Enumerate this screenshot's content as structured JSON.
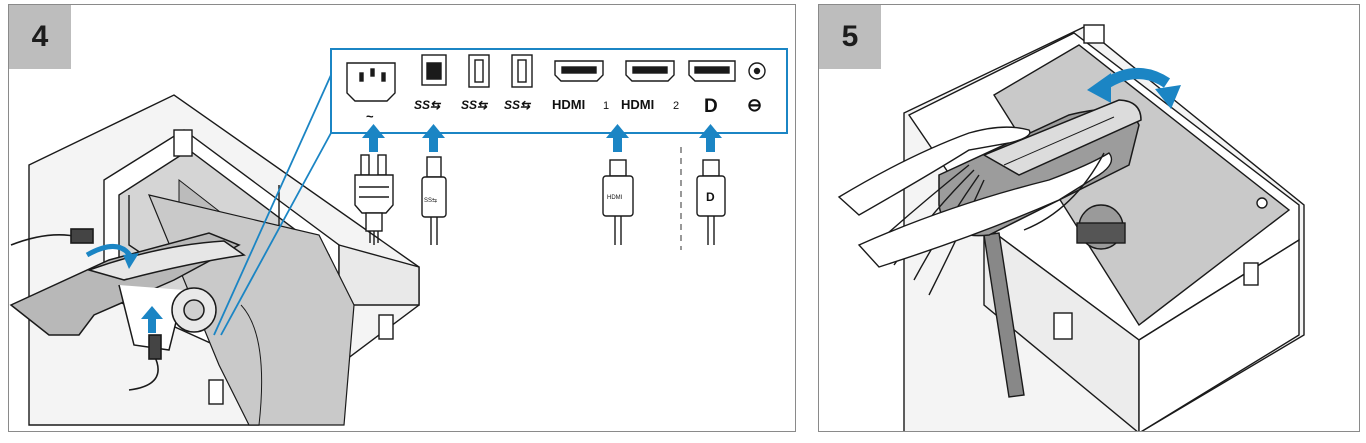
{
  "steps": [
    {
      "number": "4"
    },
    {
      "number": "5"
    }
  ],
  "ports": {
    "power_symbol": "~",
    "usb_b": "SS⇆",
    "usb_a1": "SS⇆",
    "usb_a2": "SS⇆",
    "hdmi1_brand": "HDMI",
    "hdmi1_num": "1",
    "hdmi2_brand": "HDMI",
    "hdmi2_num": "2",
    "displayport": "D",
    "audio_out": "⊖"
  },
  "cables": {
    "usb_plug_label": "SS⇆",
    "hdmi_plug_label": "HDMI",
    "dp_plug_label": "D"
  },
  "colors": {
    "arrow_blue": "#1b85c4",
    "callout_blue": "#1b85c4",
    "badge_gray": "#bdbdbd",
    "fill_gray": "#c9c9c9",
    "line_dark": "#1a1a1a"
  }
}
